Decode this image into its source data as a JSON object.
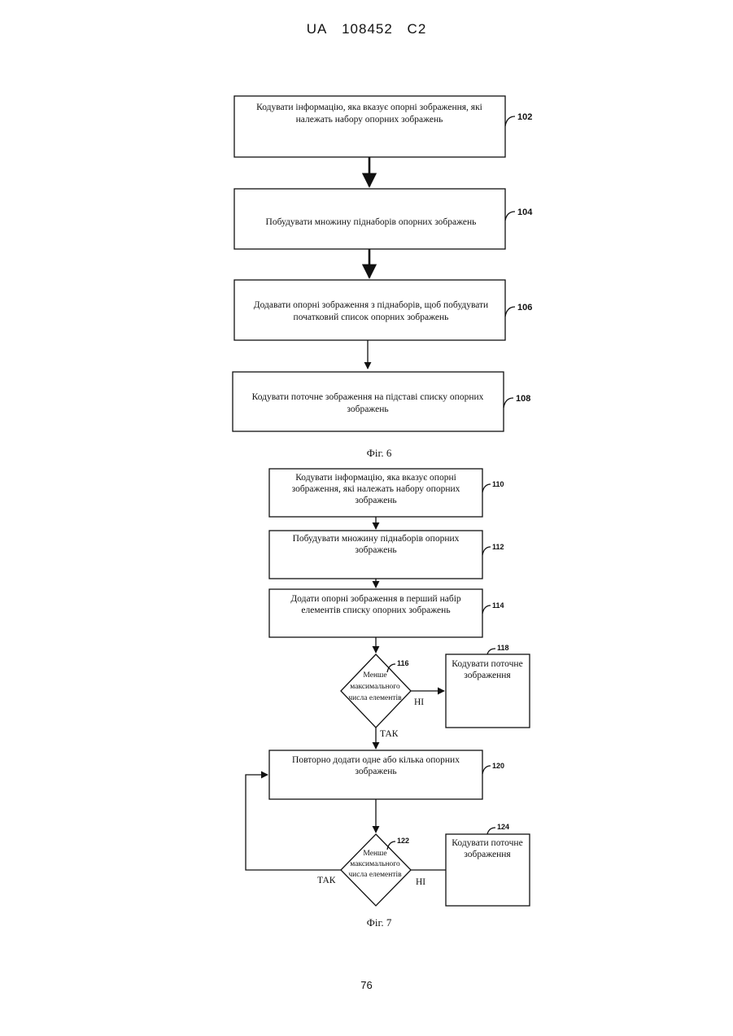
{
  "header": {
    "country": "UA",
    "number": "108452",
    "kind": "C2"
  },
  "fig6": {
    "caption": "Фіг. 6",
    "steps": [
      {
        "ref": "102",
        "lines": [
          "Кодувати інформацію, яка вказує опорні зображення, які",
          "належать набору опорних зображень"
        ]
      },
      {
        "ref": "104",
        "lines": [
          "Побудувати множину піднаборів опорних зображень"
        ]
      },
      {
        "ref": "106",
        "lines": [
          "Додавати опорні зображення з піднаборів, щоб побудувати",
          "початковий список опорних зображень"
        ]
      },
      {
        "ref": "108",
        "lines": [
          "Кодувати поточне зображення на підставі списку опорних",
          "зображень"
        ]
      }
    ]
  },
  "fig7": {
    "caption": "Фіг. 7",
    "steps": [
      {
        "ref": "110",
        "lines": [
          "Кодувати інформацію, яка вказує опорні",
          "зображення, які належать набору опорних",
          "зображень"
        ]
      },
      {
        "ref": "112",
        "lines": [
          "Побудувати множину піднаборів опорних",
          "зображень"
        ]
      },
      {
        "ref": "114",
        "lines": [
          "Додати опорні зображення в перший набір",
          "елементів списку опорних зображень"
        ]
      },
      {
        "ref": "120",
        "lines": [
          "Повторно додати одне або кілька опорних",
          "зображень"
        ]
      }
    ],
    "decisions": [
      {
        "ref": "116",
        "lines": [
          "Менше",
          "максимального",
          "числа елементів"
        ],
        "yes": "ТАК",
        "no": "НІ"
      },
      {
        "ref": "122",
        "lines": [
          "Менше",
          "максимального",
          "числа елементів"
        ],
        "yes": "ТАК",
        "no": "НІ"
      }
    ],
    "ends": [
      {
        "ref": "118",
        "lines": [
          "Кодувати поточне",
          "зображення"
        ]
      },
      {
        "ref": "124",
        "lines": [
          "Кодувати поточне",
          "зображення"
        ]
      }
    ]
  },
  "page_number": "76"
}
